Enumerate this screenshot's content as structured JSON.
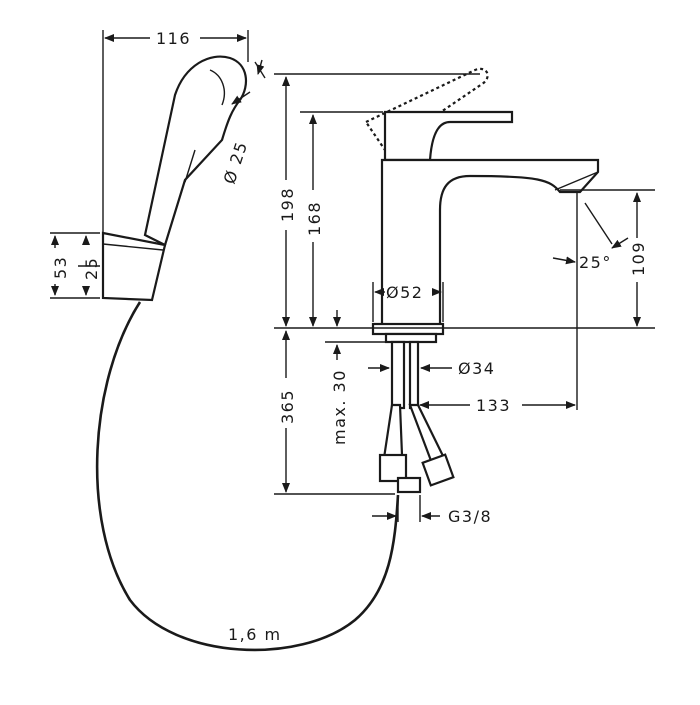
{
  "dimensions": {
    "handshower_width": "116",
    "handshower_diameter": "Ø 25",
    "holder_height": "53",
    "holder_offset": "25",
    "overall_height": "198",
    "body_height": "168",
    "base_diameter": "Ø52",
    "spout_height": "109",
    "spout_angle": "25°",
    "below_deck_length": "365",
    "max_deck_thickness": "max. 30",
    "shank_diameter": "Ø34",
    "spout_reach": "133",
    "connection_thread": "G3/8",
    "hose_length": "1,6 m"
  }
}
